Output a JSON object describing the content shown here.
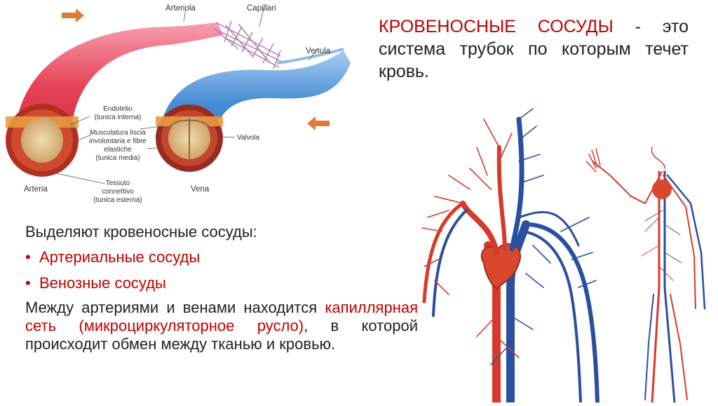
{
  "heading": {
    "title": "КРОВЕНОСНЫЕ СОСУДЫ",
    "dash": " - ",
    "definition": "это система трубок по которым течет кровь."
  },
  "body": {
    "intro": "Выделяют кровеносные сосуды:",
    "bullets": [
      {
        "marker": "•",
        "text": "Артериальные сосуды"
      },
      {
        "marker": "•",
        "text": "Венозные сосуды"
      }
    ],
    "paragraph": {
      "part1": "Между артериями и венами находится ",
      "highlight": "капиллярная сеть (микроциркуляторное русло)",
      "part2": ", в которой происходит обмен между тканью и кровью."
    }
  },
  "diagram": {
    "labels": {
      "arteriola": "Arteriola",
      "capillari": "Capillari",
      "venula": "Venula",
      "endotelio": "Endotelio",
      "tunica_interna": "(tunica interna)",
      "muscolatura_1": "Muscolatura liscia",
      "muscolatura_2": "involontaria e fibre",
      "muscolatura_3": "elastiche",
      "tunica_media": "(tunica media)",
      "valvola": "Valvola",
      "arteria": "Arteria",
      "tessuto_1": "Tessuto",
      "tessuto_2": "connettivo",
      "tunica_esterna": "(tunica esterna)",
      "vena": "Vena"
    }
  },
  "colors": {
    "accent_red": "#c00000",
    "artery_red": "#e8445a",
    "vein_blue": "#4a8fd6",
    "arrow_orange": "#e07a3a"
  }
}
